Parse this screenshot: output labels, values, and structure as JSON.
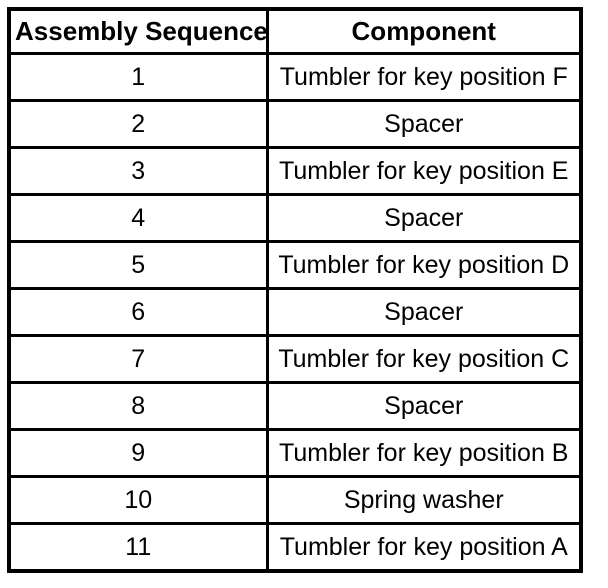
{
  "colors": {
    "border": "#000000",
    "background": "#ffffff",
    "text": "#000000"
  },
  "table": {
    "headers": [
      "Assembly Sequence",
      "Component"
    ],
    "rows": [
      {
        "sequence": "1",
        "component": "Tumbler for key position F"
      },
      {
        "sequence": "2",
        "component": "Spacer"
      },
      {
        "sequence": "3",
        "component": "Tumbler for key position E"
      },
      {
        "sequence": "4",
        "component": "Spacer"
      },
      {
        "sequence": "5",
        "component": "Tumbler for key position D"
      },
      {
        "sequence": "6",
        "component": "Spacer"
      },
      {
        "sequence": "7",
        "component": "Tumbler for key position C"
      },
      {
        "sequence": "8",
        "component": "Spacer"
      },
      {
        "sequence": "9",
        "component": "Tumbler for key position B"
      },
      {
        "sequence": "10",
        "component": "Spring washer"
      },
      {
        "sequence": "11",
        "component": "Tumbler for key position A"
      }
    ]
  }
}
